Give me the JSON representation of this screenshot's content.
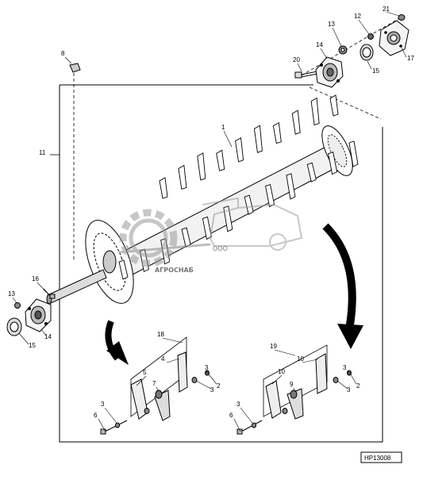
{
  "figure_code": "HP13008",
  "watermark": {
    "prefix": "ООО",
    "name": "АГРОСНАБ"
  },
  "callouts": [
    {
      "id": "c21",
      "label": "21"
    },
    {
      "id": "c12",
      "label": "12"
    },
    {
      "id": "c13_top",
      "label": "13"
    },
    {
      "id": "c8",
      "label": "8"
    },
    {
      "id": "c14_top",
      "label": "14"
    },
    {
      "id": "c17",
      "label": "17"
    },
    {
      "id": "c20",
      "label": "20"
    },
    {
      "id": "c15_top",
      "label": "15"
    },
    {
      "id": "c1",
      "label": "1"
    },
    {
      "id": "c11",
      "label": "11"
    },
    {
      "id": "c16",
      "label": "16"
    },
    {
      "id": "c13_left",
      "label": "13"
    },
    {
      "id": "c14_left",
      "label": "14"
    },
    {
      "id": "c15_left",
      "label": "15"
    },
    {
      "id": "c18",
      "label": "18"
    },
    {
      "id": "c19",
      "label": "19"
    },
    {
      "id": "c5",
      "label": "5"
    },
    {
      "id": "c4",
      "label": "4"
    },
    {
      "id": "c7",
      "label": "7"
    },
    {
      "id": "c3_l1",
      "label": "3"
    },
    {
      "id": "c2_l",
      "label": "2"
    },
    {
      "id": "c3_l2",
      "label": "3"
    },
    {
      "id": "c6_l",
      "label": "6"
    },
    {
      "id": "c10_a",
      "label": "10"
    },
    {
      "id": "c10_b",
      "label": "10"
    },
    {
      "id": "c9",
      "label": "9"
    },
    {
      "id": "c3_r1",
      "label": "3"
    },
    {
      "id": "c2_r",
      "label": "2"
    },
    {
      "id": "c3_r2",
      "label": "3"
    },
    {
      "id": "c6_r",
      "label": "6"
    }
  ]
}
